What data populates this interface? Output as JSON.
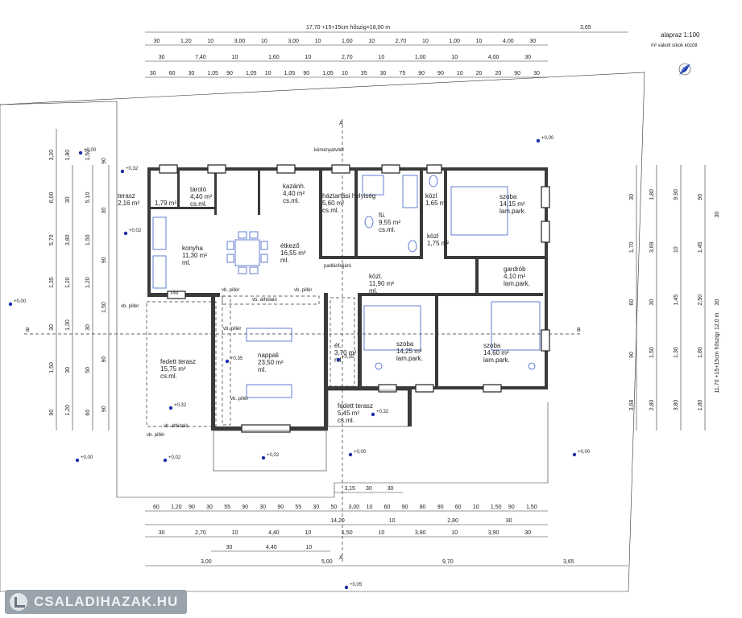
{
  "header": {
    "scale": "alapraz 1:100",
    "note": "m² vakolt síkok között",
    "total_length": "17,70 +15+15cm hőszig=18,00 m",
    "offset_right": "3,65"
  },
  "top_dims": {
    "row1": [
      "30",
      "1,20",
      "10",
      "3,00",
      "10",
      "3,00",
      "10",
      "1,60",
      "10",
      "2,70",
      "10",
      "1,00",
      "10",
      "4,00",
      "30"
    ],
    "row2": [
      "30",
      "7,40",
      "10",
      "1,60",
      "10",
      "2,70",
      "10",
      "1,00",
      "10",
      "4,00",
      "30"
    ],
    "row3_top": [
      "10",
      "10",
      "10"
    ],
    "row3": [
      "30",
      "60",
      "30",
      "1,05",
      "90",
      "1,05",
      "10",
      "1,05",
      "90",
      "1,05",
      "10",
      "35",
      "30",
      "75",
      "90",
      "90",
      "10",
      "20",
      "20",
      "90",
      "30"
    ]
  },
  "bottom_dims": {
    "row1": [
      "60",
      "1,20",
      "90",
      "30",
      "55",
      "90",
      "30",
      "90",
      "55",
      "30",
      "50",
      "3,00",
      "10",
      "60",
      "90",
      "80",
      "90",
      "60",
      "10",
      "1,50",
      "90",
      "1,50"
    ],
    "row2": [
      "14,20",
      "10",
      "2,80",
      "30"
    ],
    "row3": [
      "30",
      "2,70",
      "10",
      "4,40",
      "10",
      "1,50",
      "10",
      "3,80",
      "10",
      "3,90",
      "30"
    ],
    "row4": [
      "30",
      "4,40",
      "10"
    ],
    "row5": [
      "3,00",
      "5,00",
      "9,70",
      "3,65"
    ],
    "mid": [
      "3,15",
      "30",
      "30"
    ]
  },
  "left_dims": [
    "3,20",
    "6,00",
    "5,70",
    "1,35",
    "30",
    "1,50",
    "90",
    "1,80",
    "30",
    "3,80",
    "1,20",
    "1,30",
    "30",
    "1,20",
    "1,50",
    "5,10",
    "1,50",
    "1,20",
    "30",
    "50",
    "60",
    "90",
    "30",
    "90",
    "1,50",
    "90",
    "90"
  ],
  "right_dims": [
    "30",
    "1,70",
    "60",
    "90",
    "3,68",
    "1,80",
    "3,69",
    "30",
    "1,50",
    "2,80",
    "9,90",
    "10",
    "1,45",
    "1,30",
    "3,80",
    "90",
    "1,45",
    "2,50",
    "1,80",
    "1,80",
    "30",
    "30",
    "11,70 +15+15cm hőszigr 12,0 m"
  ],
  "section_marks": [
    "A",
    "A",
    "B",
    "B"
  ],
  "rooms": [
    {
      "name": "terasz",
      "area": "2,16 m²"
    },
    {
      "name": "",
      "area": "1,79 m²"
    },
    {
      "name": "tároló",
      "area": "4,40 m²",
      "floor": "cs.ml."
    },
    {
      "name": "kazánh.",
      "area": "4,40 m²",
      "floor": "cs.ml."
    },
    {
      "name": "háztartási helyiség",
      "area": "5,60 m²",
      "floor": "cs.ml."
    },
    {
      "name": "fü.",
      "area": "9,55 m²",
      "floor": "cs.ml."
    },
    {
      "name": "közl",
      "area": "1,65 m"
    },
    {
      "name": "közl",
      "area": "1,75 m²"
    },
    {
      "name": "szoba",
      "area": "14,15 m²",
      "floor": "lam.park."
    },
    {
      "name": "konyha",
      "area": "11,30 m²",
      "floor": "ml."
    },
    {
      "name": "étkező",
      "area": "16,55 m²",
      "floor": "ml."
    },
    {
      "name": "közl.",
      "area": "11,90 m²",
      "floor": "ml."
    },
    {
      "name": "gardrób",
      "area": "4,10 m²",
      "floor": "lam.park."
    },
    {
      "name": "fedett terasz",
      "area": "15,75 m²",
      "floor": "cs.ml."
    },
    {
      "name": "nappali",
      "area": "23,50 m²",
      "floor": "ml."
    },
    {
      "name": "ét.",
      "area": "3,70 m²",
      "floor": "ml."
    },
    {
      "name": "szoba",
      "area": "14,25 m²",
      "floor": "lam.park."
    },
    {
      "name": "szoba",
      "area": "14,60 m²",
      "floor": "lam.park."
    },
    {
      "name": "fedett terasz",
      "area": "5,45 m²",
      "floor": "cs.ml."
    }
  ],
  "labels": {
    "pillar": "vb. pillér",
    "beam": "vb. áthidaló",
    "window": "PM",
    "attic": "padlásfeljáró",
    "chimney": "kéményátvitel"
  },
  "levels": [
    "+0,00",
    "+0,32",
    "+0,35",
    "+0,02",
    "+0,05"
  ],
  "watermark": "CSALADIHAZAK.HU"
}
